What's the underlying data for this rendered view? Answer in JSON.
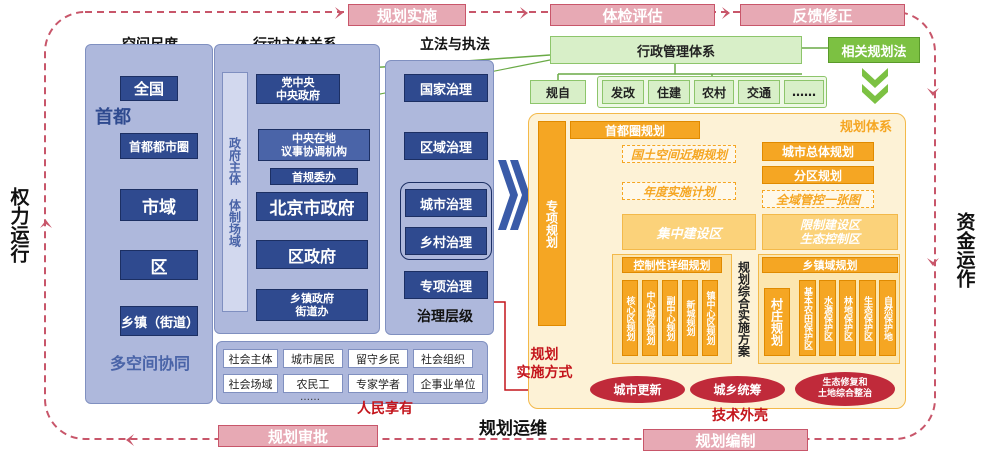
{
  "top_bars": {
    "plan_impl": "规划实施",
    "health_check": "体检评估",
    "feedback": "反馈修正"
  },
  "bottom_bars": {
    "plan_approval": "规划审批",
    "plan_compile": "规划编制"
  },
  "side": {
    "left": "权力运行",
    "right": "资金运作"
  },
  "bottom_center": "规划运维",
  "col_headers": {
    "space": "空间尺度",
    "actors": "行动主体关系",
    "law": "立法与执法"
  },
  "space": {
    "capital": "首都",
    "nodes": [
      "全国",
      "首都都市圈",
      "市域",
      "区",
      "乡镇（街道）"
    ],
    "multi": "多空间协同"
  },
  "gov_vertical": "政府主体 体制场域",
  "actors": {
    "party": "党中央\n中央政府",
    "coord": "中央在地\n议事协调机构",
    "committee": "首规委办",
    "city_gov": "北京市政府",
    "district_gov": "区政府",
    "town_gov": "乡镇政府\n街道办"
  },
  "governance": {
    "national": "国家治理",
    "regional": "区域治理",
    "city": "城市治理",
    "rural": "乡村治理",
    "special": "专项治理",
    "level": "治理层级"
  },
  "society": {
    "row1": [
      "社会主体",
      "城市居民",
      "留守乡民",
      "社会组织"
    ],
    "row2": [
      "社会场域",
      "农民工",
      "专家学者",
      "企事业单位"
    ],
    "more": "……",
    "enjoy": "人民享有"
  },
  "admin": {
    "system": "行政管理体系",
    "law": "相关规划法",
    "self": "规自",
    "depts": [
      "发改",
      "住建",
      "农村",
      "交通",
      "……"
    ]
  },
  "plan": {
    "system_label": "规划体系",
    "special": "专项规划",
    "metro": "首都圈规划",
    "master": "城市总体规划",
    "national_space": "国土空间近期规划",
    "zoning": "分区规划",
    "annual": "年度实施计划",
    "one_map": "全域管控一张图",
    "concentrated": "集中建设区",
    "restricted": "限制建设区\n生态控制区",
    "detailed": "控制性详细规划",
    "comprehensive": "规划综合实施方案",
    "town": "乡镇域规划",
    "village": "村庄规划",
    "sub_detail": [
      "核心区规划",
      "中心城区规划",
      "副中心规划",
      "新城规划",
      "镇中心区规划"
    ],
    "sub_eco": [
      "基本农田保护区",
      "水源保护区",
      "林地保护区",
      "生态保护区",
      "自然保护地"
    ],
    "way": "规划\n实施方式",
    "renewal": "城市更新",
    "urban_rural": "城乡统筹",
    "eco_restore": "生态修复和\n土地综合整治",
    "tech": "技术外壳"
  }
}
